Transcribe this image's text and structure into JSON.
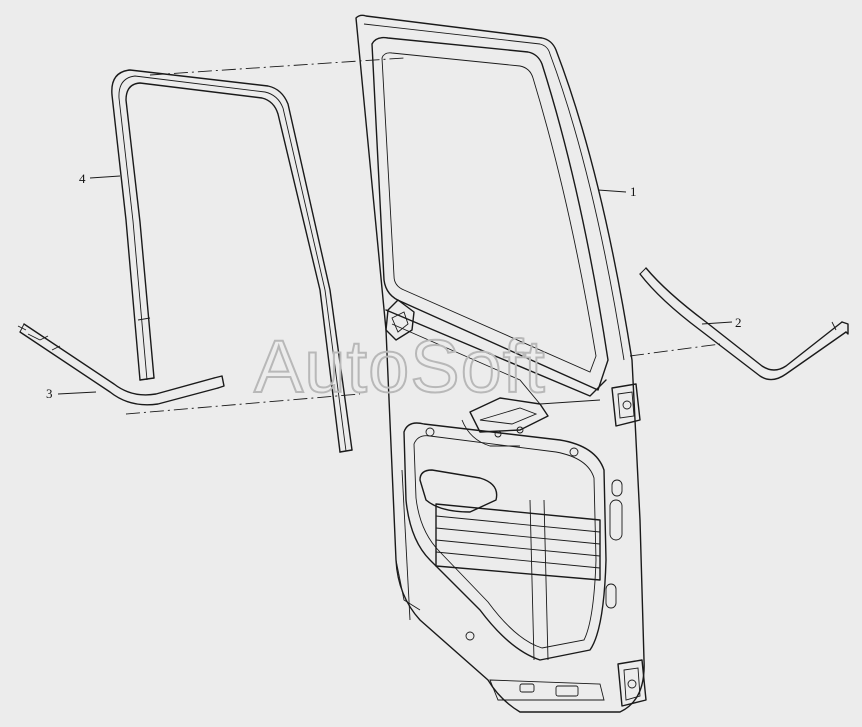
{
  "callouts": [
    {
      "id": "1",
      "label": "1"
    },
    {
      "id": "2",
      "label": "2"
    },
    {
      "id": "3",
      "label": "3"
    },
    {
      "id": "4",
      "label": "4"
    }
  ],
  "watermark": {
    "text": "AutoSoft"
  },
  "colors": {
    "background": "#ececec",
    "line": "#1a1a1a",
    "watermark": "#b8b8b8"
  }
}
